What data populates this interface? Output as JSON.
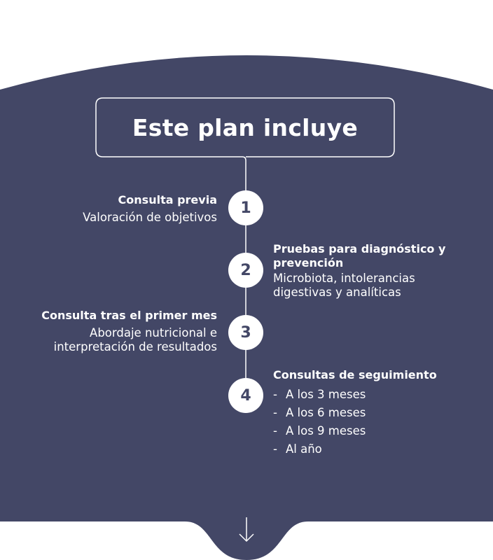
{
  "header": {
    "title": "Este plan incluye"
  },
  "steps": [
    {
      "number": "1",
      "title": "Consulta previa",
      "description": "Valoración de objetivos"
    },
    {
      "number": "2",
      "title": "Pruebas para diagnóstico y prevención",
      "description": "Microbiota, intolerancias digestivas y analíticas"
    },
    {
      "number": "3",
      "title": "Consulta tras el primer mes",
      "description": "Abordaje nutricional e interpretación de resultados"
    },
    {
      "number": "4",
      "title": "Consultas de seguimiento",
      "items": [
        "A los 3 meses",
        "A los 6 meses",
        "A los 9 meses",
        "Al año"
      ]
    }
  ],
  "list_marker": "-",
  "colors": {
    "panel": "#434766",
    "accent_text": "#ffffff",
    "background": "#ffffff"
  },
  "icons": {
    "footer": "arrow-down-icon"
  }
}
